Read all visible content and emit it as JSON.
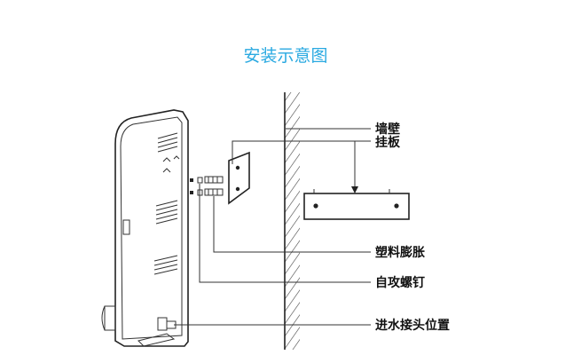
{
  "title": "安装示意图",
  "title_color": "#29a9e1",
  "labels": {
    "wall": "墙壁",
    "hanging_plate": "挂板",
    "plastic_anchor": "塑料膨胀",
    "self_tapping_screw": "自攻螺钉",
    "water_inlet_position": "进水接头位置"
  }
}
